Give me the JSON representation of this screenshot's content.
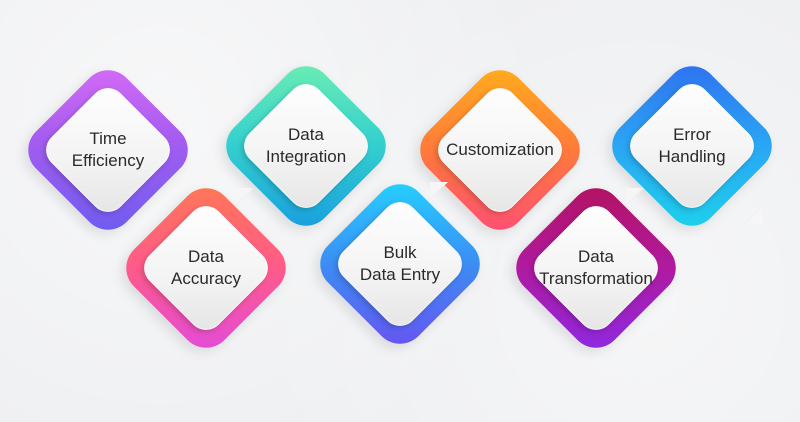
{
  "diagram": {
    "items": [
      {
        "label": "Time\nEfficiency"
      },
      {
        "label": "Data\nIntegration"
      },
      {
        "label": "Customization"
      },
      {
        "label": "Error\nHandling"
      },
      {
        "label": "Data\nAccuracy"
      },
      {
        "label": "Bulk\nData Entry"
      },
      {
        "label": "Data\nTransformation"
      }
    ]
  }
}
